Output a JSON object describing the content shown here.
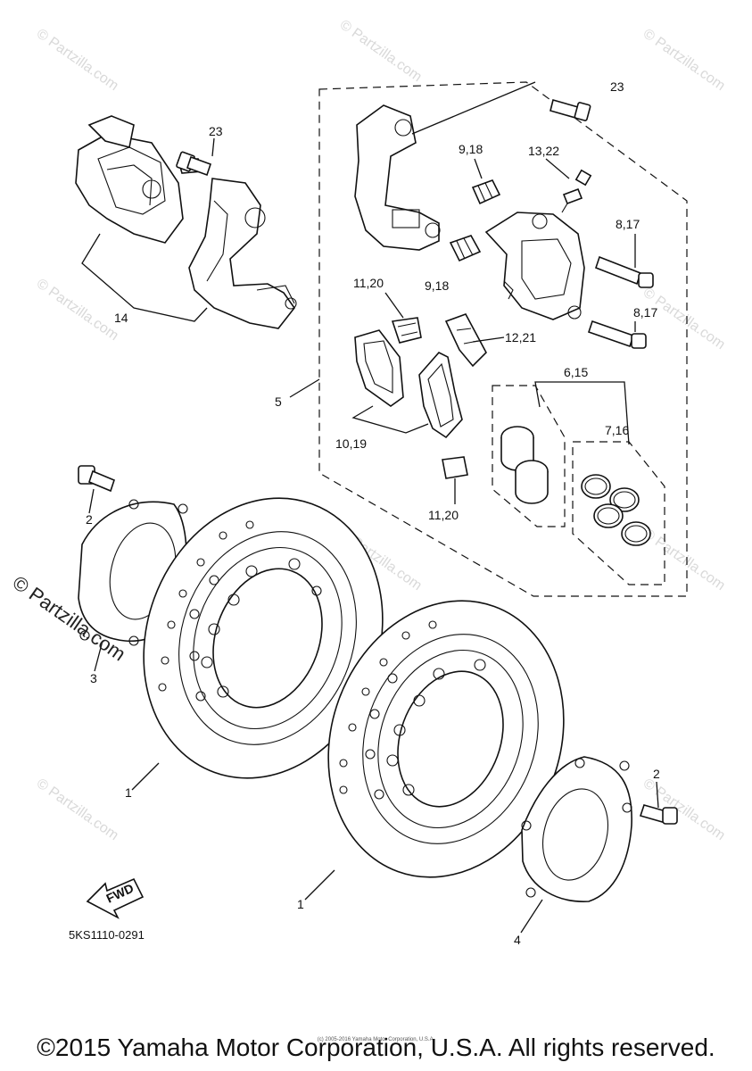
{
  "diagram_code": "5KS1110-0291",
  "copyright": "©2015 Yamaha Motor Corporation, U.S.A. All rights reserved.",
  "fine_print": "(c) 2005-2016 Yamaha Motor Corporation, U.S.A.",
  "watermark": "© Partzilla.com",
  "watermark_faint": "© Partzilla.com",
  "fwd_label": "FWD",
  "callouts": {
    "c1a": "1",
    "c1b": "1",
    "c2a": "2",
    "c2b": "2",
    "c3": "3",
    "c4": "4",
    "c5": "5",
    "c6_15": "6,15",
    "c7_16": "7,16",
    "c8_17a": "8,17",
    "c8_17b": "8,17",
    "c9_18a": "9,18",
    "c9_18b": "9,18",
    "c10_19": "10,19",
    "c11_20a": "11,20",
    "c11_20b": "11,20",
    "c12_21": "12,21",
    "c13_22": "13,22",
    "c14": "14",
    "c23a": "23",
    "c23b": "23"
  }
}
